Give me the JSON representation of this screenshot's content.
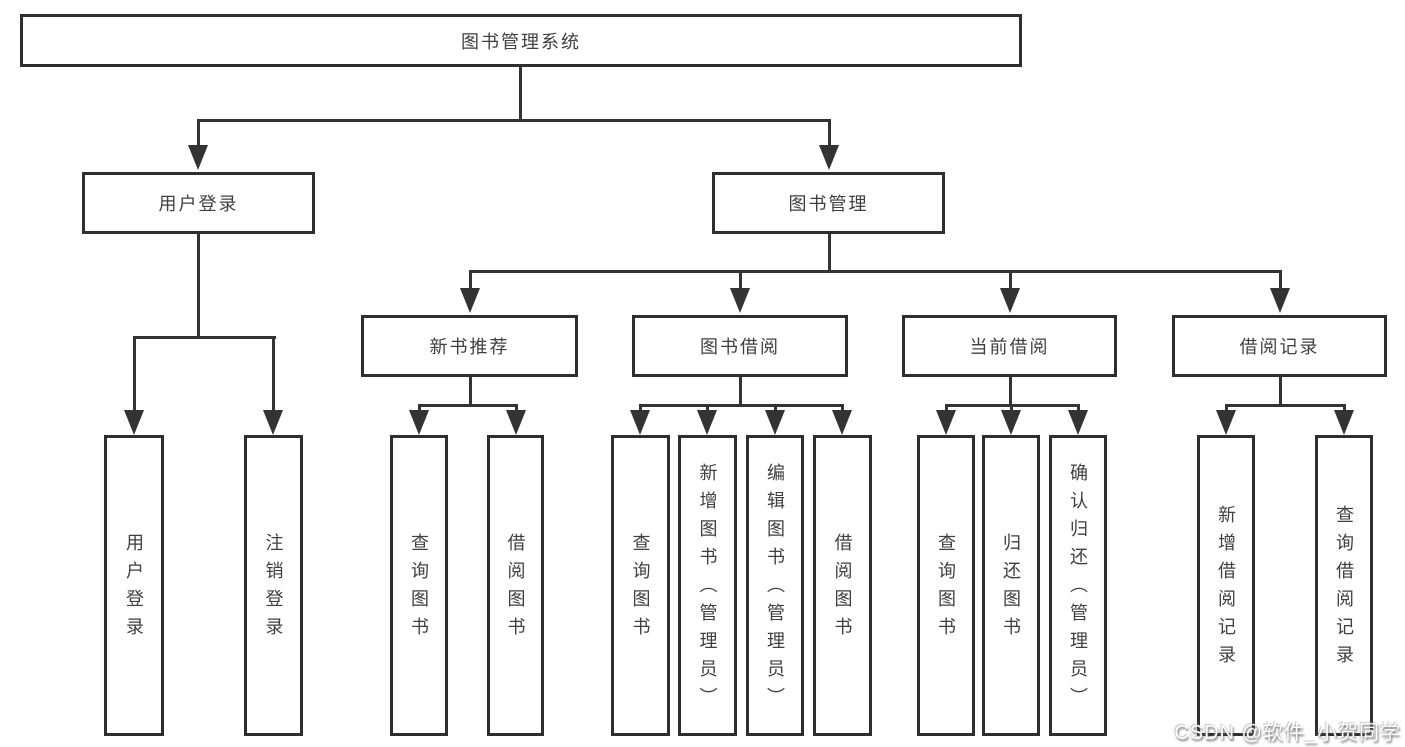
{
  "diagram": {
    "root": {
      "label": "图书管理系统",
      "children": [
        {
          "label": "用户登录",
          "children": [
            {
              "label": "用户登录"
            },
            {
              "label": "注销登录"
            }
          ]
        },
        {
          "label": "图书管理",
          "children": [
            {
              "label": "新书推荐",
              "children": [
                {
                  "label": "查询图书"
                },
                {
                  "label": "借阅图书"
                }
              ]
            },
            {
              "label": "图书借阅",
              "children": [
                {
                  "label": "查询图书"
                },
                {
                  "label": "新增图书（管理员）"
                },
                {
                  "label": "编辑图书（管理员）"
                },
                {
                  "label": "借阅图书"
                }
              ]
            },
            {
              "label": "当前借阅",
              "children": [
                {
                  "label": "查询图书"
                },
                {
                  "label": "归还图书"
                },
                {
                  "label": "确认归还（管理员）"
                }
              ]
            },
            {
              "label": "借阅记录",
              "children": [
                {
                  "label": "新增借阅记录"
                },
                {
                  "label": "查询借阅记录"
                }
              ]
            }
          ]
        }
      ]
    },
    "colors": {
      "box_border": "#2e2e2e",
      "connector_line": "#333333",
      "text": "#3f3f3f",
      "background": "#ffffff"
    }
  },
  "watermark": {
    "text": "CSDN @软件_小贺同学"
  }
}
